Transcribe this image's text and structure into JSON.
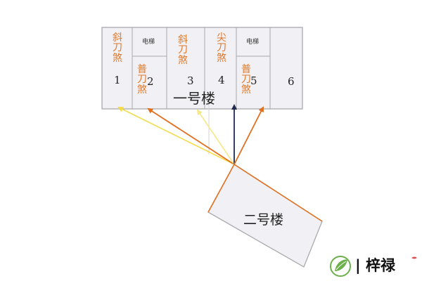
{
  "building1": {
    "label": "一号楼",
    "units": [
      {
        "number": "1",
        "sha": "斜刀煞"
      },
      {
        "number": "2",
        "sha": "普刀煞"
      },
      {
        "number": "3",
        "sha": "斜刀煞"
      },
      {
        "number": "4",
        "sha": "尖刀煞"
      },
      {
        "number": "5",
        "sha": "普刀煞"
      },
      {
        "number": "6",
        "sha": ""
      }
    ],
    "elevators": [
      "电梯",
      "电梯"
    ]
  },
  "building2": {
    "label": "二号楼"
  },
  "colors": {
    "orange": "#e07020",
    "yellow": "#f2dc4a",
    "lightyellow": "#f4e98a",
    "navy": "#1e2b4d",
    "building_fill": "#f1f0f4",
    "building_border": "#a9a9ae"
  },
  "logo": {
    "text": "| 梓禄",
    "icon": "leaf-circle-icon"
  }
}
